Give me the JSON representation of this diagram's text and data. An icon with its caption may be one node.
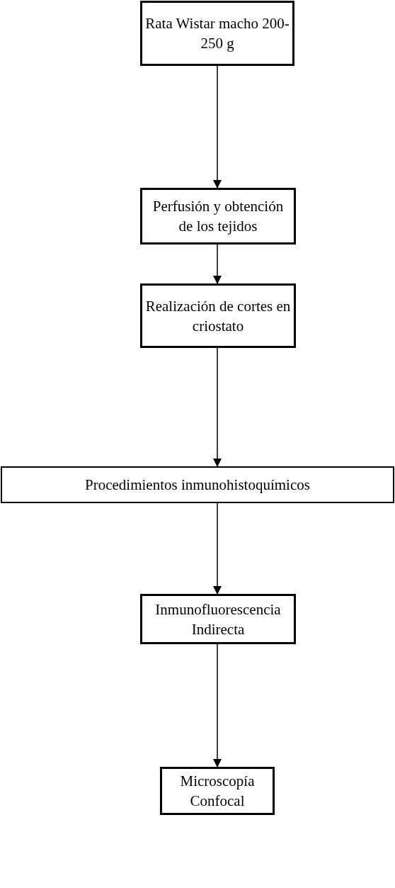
{
  "diagram": {
    "nodes": [
      {
        "text": [
          "Rata Wistar macho 200-250 g"
        ]
      },
      {
        "text": [
          "Perfusión y obtención de los tejidos"
        ]
      },
      {
        "text": [
          "Realización de cortes en criostato"
        ]
      },
      {
        "text": [
          "Procedimientos inmunohistoquímicos"
        ]
      },
      {
        "text": [
          "Inmunofluorescencia Indirecta"
        ]
      },
      {
        "text": [
          "Microscopía Confocal"
        ]
      }
    ],
    "edges": [
      {
        "from": 0,
        "to": 1,
        "arrow": "to"
      },
      {
        "from": 1,
        "to": 2,
        "arrow": "to"
      },
      {
        "from": 2,
        "to": 3,
        "arrow": "to"
      },
      {
        "from": 3,
        "to": 4,
        "arrow": "to"
      },
      {
        "from": 4,
        "to": 5,
        "arrow": "to"
      }
    ]
  }
}
